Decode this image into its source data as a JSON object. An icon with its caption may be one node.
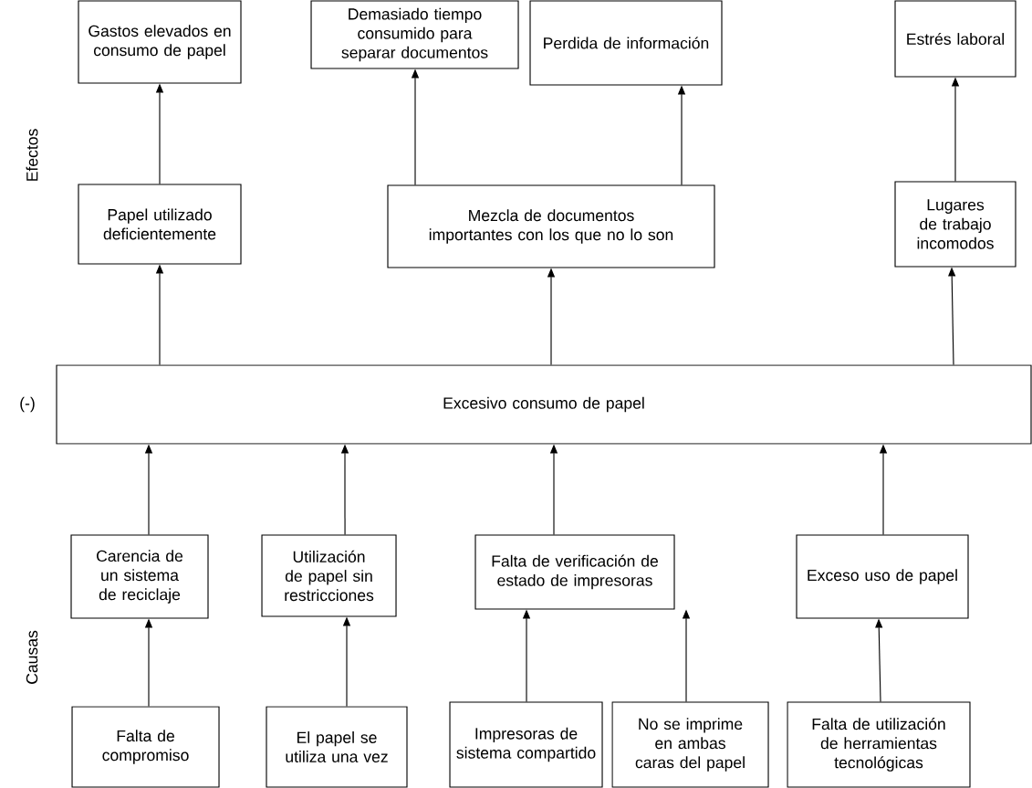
{
  "diagram": {
    "nodes": [
      {
        "text": [
          "Gastos elevados en consumo de papel"
        ]
      },
      {
        "text": [
          "Demasiado tiempo consumido para separar documentos"
        ]
      },
      {
        "text": [
          "Perdida de información"
        ]
      },
      {
        "text": [
          "Estrés laboral"
        ]
      },
      {
        "text": [
          "Papel utilizado deficientemente"
        ]
      },
      {
        "text": [
          "Mezcla de documentos importantes con los que no lo son"
        ]
      },
      {
        "text": [
          "Lugares de trabajo incomodos"
        ]
      },
      {
        "text": [
          "Excesivo consumo de papel"
        ]
      },
      {
        "text": [
          "Carencia de un sistema de reciclaje"
        ]
      },
      {
        "text": [
          "Utilización de papel sin restricciones"
        ]
      },
      {
        "text": [
          "Falta de verificación de estado de impresoras"
        ]
      },
      {
        "text": [
          "Exceso uso de papel"
        ]
      },
      {
        "text": [
          "Falta de compromiso"
        ]
      },
      {
        "text": [
          "El papel se utiliza una vez"
        ]
      },
      {
        "text": [
          "Impresoras de sistema compartido"
        ]
      },
      {
        "text": [
          "No se imprime en ambas caras del papel"
        ]
      },
      {
        "text": [
          "Falta de utilización de herramientas tecnológicas"
        ]
      }
    ],
    "edges": [
      {
        "from": 4,
        "to": 0,
        "arrow": "to"
      },
      {
        "from": 5,
        "to": 1,
        "arrow": "to"
      },
      {
        "from": 5,
        "to": 2,
        "arrow": "to"
      },
      {
        "from": 6,
        "to": 3,
        "arrow": "to"
      },
      {
        "from": 7,
        "to": 4,
        "arrow": "to"
      },
      {
        "from": 7,
        "to": 5,
        "arrow": "to"
      },
      {
        "from": 7,
        "to": 6,
        "arrow": "to"
      },
      {
        "from": 8,
        "to": 7,
        "arrow": "to"
      },
      {
        "from": 9,
        "to": 7,
        "arrow": "to"
      },
      {
        "from": 10,
        "to": 7,
        "arrow": "to"
      },
      {
        "from": 11,
        "to": 7,
        "arrow": "to"
      },
      {
        "from": 12,
        "to": 8,
        "arrow": "to"
      },
      {
        "from": 13,
        "to": 9,
        "arrow": "to"
      },
      {
        "from": 14,
        "to": 10,
        "arrow": "to"
      },
      {
        "from": 15,
        "to": 10,
        "arrow": "to"
      },
      {
        "from": 16,
        "to": 11,
        "arrow": "to"
      }
    ],
    "labels": [
      "Efectos",
      "(-)",
      "Causas"
    ]
  }
}
